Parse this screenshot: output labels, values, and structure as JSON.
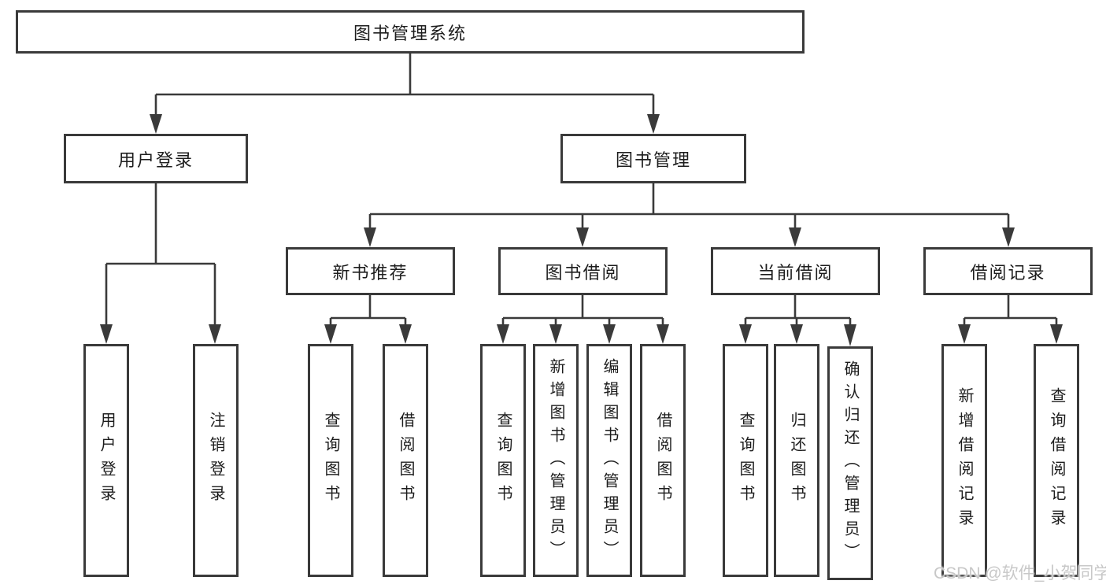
{
  "tree": {
    "root": {
      "label": "图书管理系统",
      "children": [
        {
          "label": "用户登录",
          "children": [
            {
              "label": "用户登录"
            },
            {
              "label": "注销登录"
            }
          ]
        },
        {
          "label": "图书管理",
          "children": [
            {
              "label": "新书推荐",
              "children": [
                {
                  "label": "查询图书"
                },
                {
                  "label": "借阅图书"
                }
              ]
            },
            {
              "label": "图书借阅",
              "children": [
                {
                  "label": "查询图书"
                },
                {
                  "label": "新增图书（管理员）"
                },
                {
                  "label": "编辑图书（管理员）"
                },
                {
                  "label": "借阅图书"
                }
              ]
            },
            {
              "label": "当前借阅",
              "children": [
                {
                  "label": "查询图书"
                },
                {
                  "label": "归还图书"
                },
                {
                  "label": "确认归还（管理员）"
                }
              ]
            },
            {
              "label": "借阅记录",
              "children": [
                {
                  "label": "新增借阅记录"
                },
                {
                  "label": "查询借阅记录"
                }
              ]
            }
          ]
        }
      ]
    }
  },
  "watermark": {
    "text": "CSDN @软件_小贺同学"
  },
  "colors": {
    "line": "#3a3a3a",
    "text": "#1d1d1d",
    "background": "#ffffff",
    "watermark": "#c8c8c8"
  }
}
